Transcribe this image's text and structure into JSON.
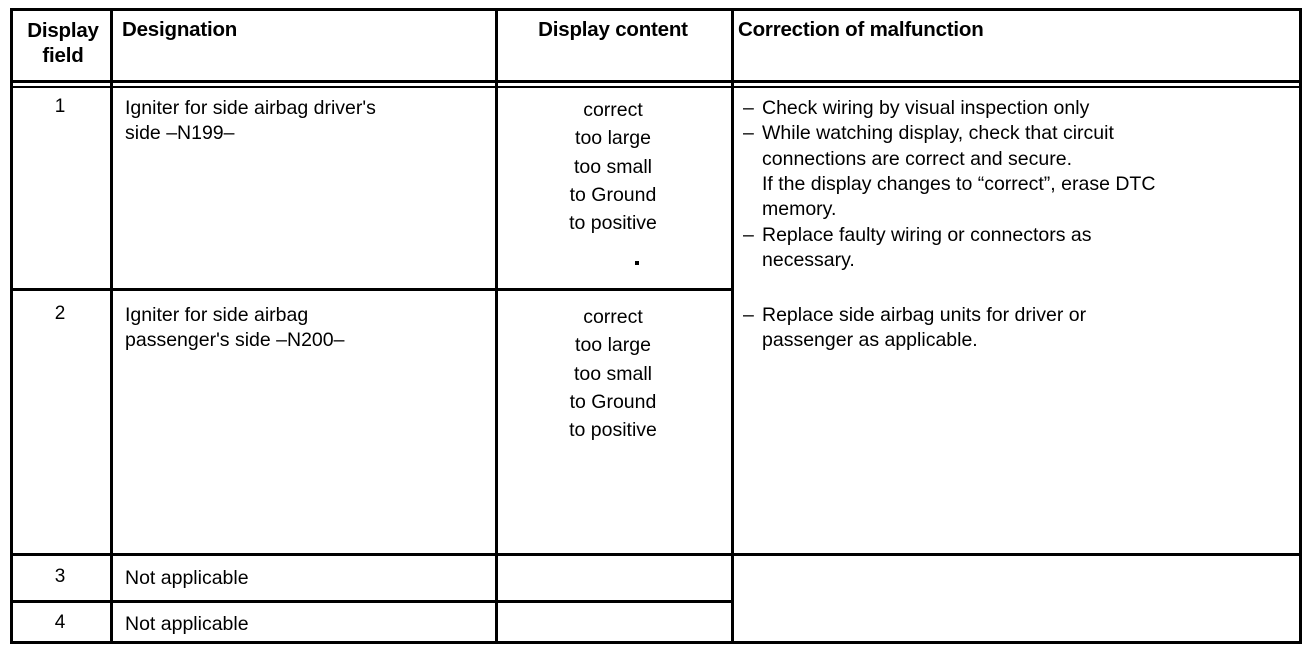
{
  "document": {
    "type": "table",
    "title": "Airbag display field diagnostic table"
  },
  "table": {
    "headers": {
      "display_field": "Display\nfield",
      "designation": "Designation",
      "display_content": "Display content",
      "correction": "Correction of malfunction"
    },
    "rows": [
      {
        "field": "1",
        "designation": "Igniter for side airbag driver's\nside    –N199–",
        "display_content": "correct\ntoo large\ntoo small\nto Ground\nto positive",
        "corrections": [
          {
            "dash": "–",
            "text": "Check wiring by visual inspection only",
            "continuation": ""
          },
          {
            "dash": "–",
            "text": "While watching display, check that circuit\nconnections are correct  and secure.",
            "continuation": "If the display changes to “correct”, erase DTC\nmemory."
          },
          {
            "dash": "–",
            "text": "Replace faulty wiring or connectors as\nnecessary.",
            "continuation": ""
          }
        ]
      },
      {
        "field": "2",
        "designation": "Igniter for side airbag\npassenger's side –N200–",
        "display_content": "correct\ntoo large\ntoo small\nto Ground\nto positive",
        "corrections": [
          {
            "dash": "–",
            "text": "Replace side airbag units for driver or\npassenger as applicable.",
            "continuation": ""
          }
        ]
      },
      {
        "field": "3",
        "designation": "Not applicable",
        "display_content": "",
        "corrections": []
      },
      {
        "field": "4",
        "designation": "Not applicable",
        "display_content": "",
        "corrections": []
      }
    ]
  },
  "colors": {
    "ink": "#000000",
    "paper": "#ffffff"
  }
}
